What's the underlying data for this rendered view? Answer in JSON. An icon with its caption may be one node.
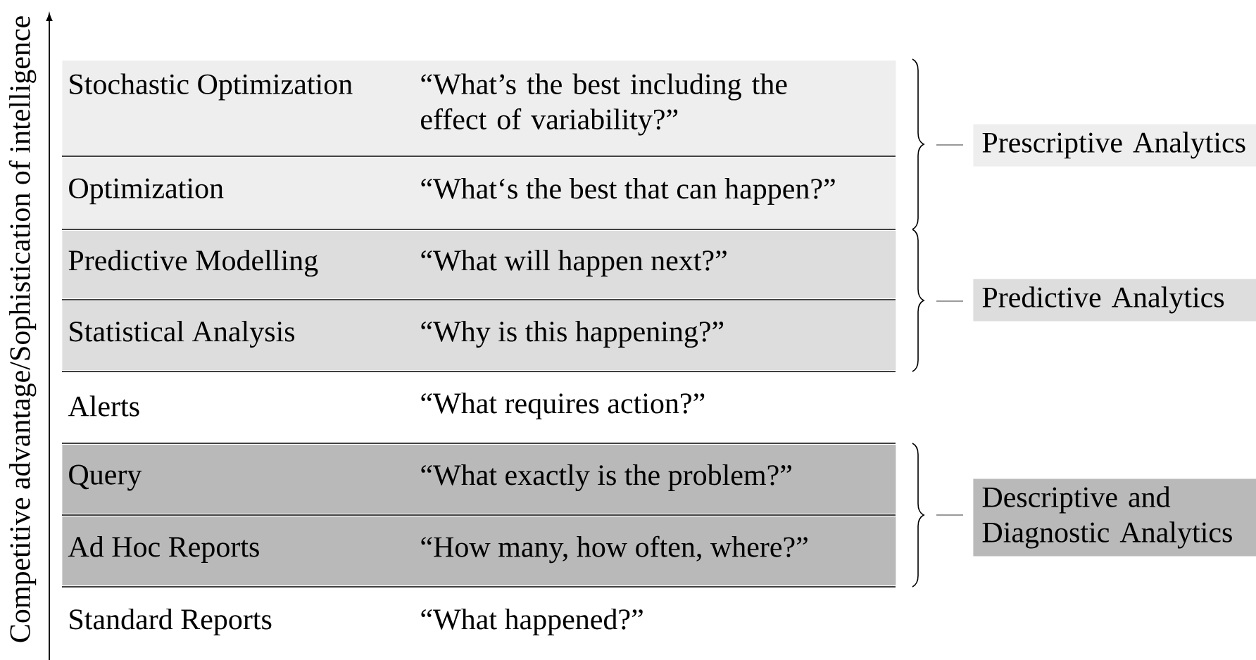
{
  "diagram": {
    "nodes": [
      {
        "text": [
          "Stochastic Optimization",
          "“What’s the best including the effect of variability?”"
        ]
      },
      {
        "text": [
          "Optimization",
          "“What‘s the best that can happen?”"
        ]
      },
      {
        "text": [
          "Predictive Modelling",
          "“What will happen next?”"
        ]
      },
      {
        "text": [
          "Statistical Analysis",
          "“Why is this happening?”"
        ]
      },
      {
        "text": [
          "Alerts",
          "“What requires action?”"
        ]
      },
      {
        "text": [
          "Query",
          "“What exactly is the problem?”"
        ]
      },
      {
        "text": [
          "Ad Hoc Reports",
          "“How many, how often, where?”"
        ]
      },
      {
        "text": [
          "Standard Reports",
          "“What happened?”"
        ]
      },
      {
        "text": [
          "Prescriptive Analytics"
        ]
      },
      {
        "text": [
          "Predictive Analytics"
        ]
      },
      {
        "text": [
          "Descriptive and Diagnostic Analytics"
        ]
      }
    ],
    "labels": [
      "Competitive advantage/Sophistication of intelligence"
    ]
  }
}
